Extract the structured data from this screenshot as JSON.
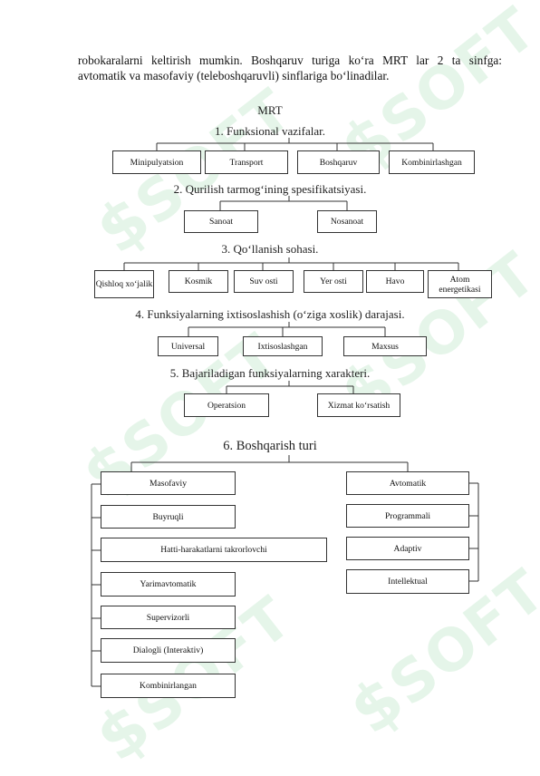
{
  "paragraph": {
    "line1": "robokaralarni keltirish mumkin. Boshqaruv turiga ko‘ra MRT lar 2 ta sinfga:",
    "line2": "avtomatik va masofaviy (teleboshqaruvli) sinflariga bo‘linadilar."
  },
  "watermark": "SOFT",
  "diagram": {
    "title": "MRT",
    "s1": {
      "heading": "1. Funksional vazifalar.",
      "items": [
        "Minipulyatsion",
        "Transport",
        "Boshqaruv",
        "Kombinirlashgan"
      ]
    },
    "s2": {
      "heading": "2. Qurilish tarmog‘ining spesifikatsiyasi.",
      "items": [
        "Sanoat",
        "Nosanoat"
      ]
    },
    "s3": {
      "heading": "3. Qo‘llanish sohasi.",
      "items": [
        "Qishloq xo‘jalik",
        "Kosmik",
        "Suv osti",
        "Yer osti",
        "Havo",
        "Atom energetikasi"
      ]
    },
    "s4": {
      "heading": "4. Funksiyalarning ixtisoslashish (o‘ziga xoslik) darajasi.",
      "items": [
        "Universal",
        "Ixtisoslashgan",
        "Maxsus"
      ]
    },
    "s5": {
      "heading": "5. Bajariladigan funksiyalarning xarakteri.",
      "items": [
        "Operatsion",
        "Xizmat ko‘rsatish"
      ]
    },
    "s6": {
      "heading": "6. Boshqarish turi",
      "left": [
        "Masofaviy",
        "Buyruqli",
        "Hatti-harakatlarni takrorlovchi",
        "Yarimavtomatik",
        "Supervizorli",
        "Dialogli (Interaktiv)",
        "Kombinirlangan"
      ],
      "right": [
        "Avtomatik",
        "Programmali",
        "Adaptiv",
        "Intellektual"
      ]
    }
  }
}
